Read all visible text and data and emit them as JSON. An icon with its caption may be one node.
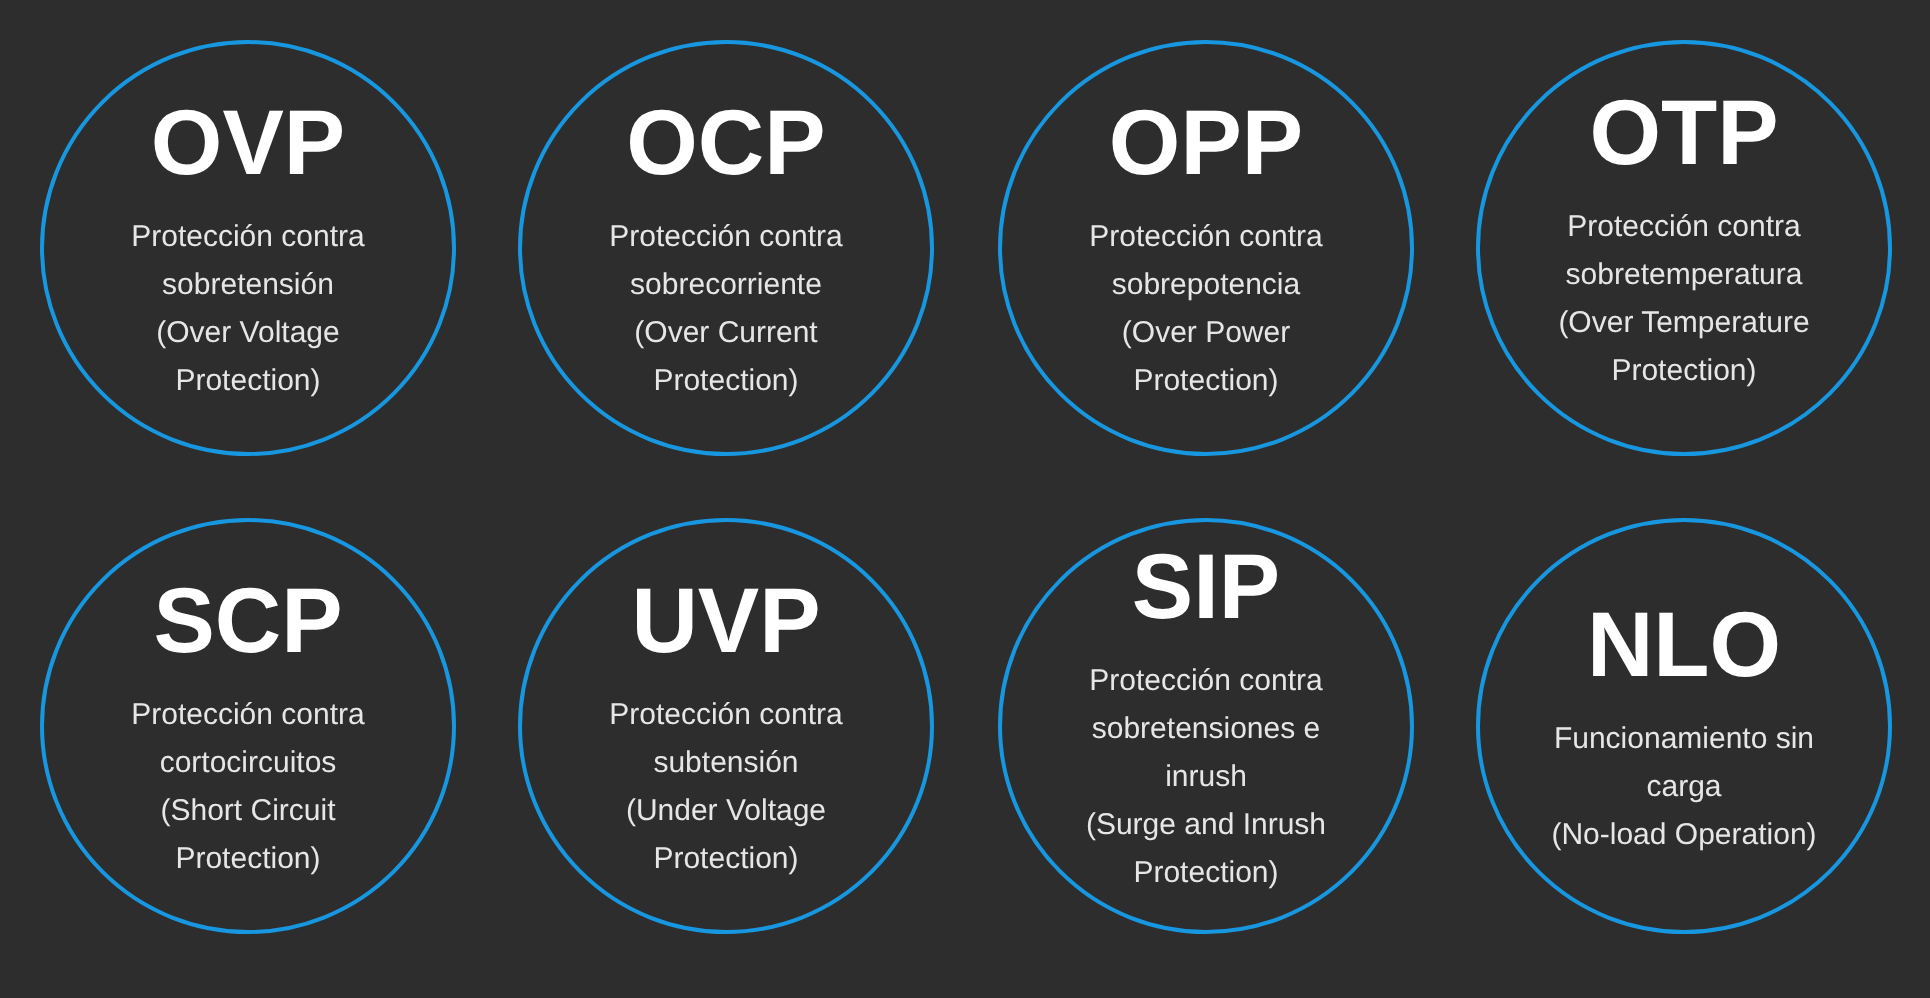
{
  "diagram": {
    "nodes": [
      {
        "text": [
          "OVP",
          "Protección contra sobretensión",
          "(Over Voltage Protection)"
        ]
      },
      {
        "text": [
          "OCP",
          "Protección contra sobrecorriente",
          "(Over Current Protection)"
        ]
      },
      {
        "text": [
          "OPP",
          "Protección contra sobrepotencia",
          "(Over Power Protection)"
        ]
      },
      {
        "text": [
          "OTP",
          "Protección contra sobretemperatura",
          "(Over Temperature Protection)"
        ]
      },
      {
        "text": [
          "SCP",
          "Protección contra cortocircuitos",
          "(Short Circuit Protection)"
        ]
      },
      {
        "text": [
          "UVP",
          "Protección contra subtensión",
          "(Under Voltage Protection)"
        ]
      },
      {
        "text": [
          "SIP",
          "Protección contra sobretensiones e inrush",
          "(Surge and Inrush Protection)"
        ]
      },
      {
        "text": [
          "NLO",
          "Funcionamiento sin carga",
          "(No-load Operation)"
        ]
      }
    ]
  }
}
